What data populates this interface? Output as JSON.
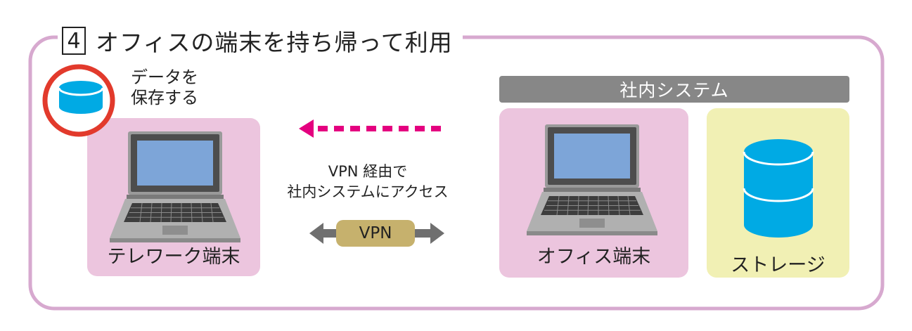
{
  "title": {
    "number": "4",
    "text": "オフィスの端末を持ち帰って利用"
  },
  "save_label": {
    "line1": "データを",
    "line2": "保存する"
  },
  "telework": {
    "label": "テレワーク端末"
  },
  "vpn": {
    "desc_line1": "VPN 経由で",
    "desc_line2": "社内システムにアクセス",
    "pill": "VPN"
  },
  "internal_system": {
    "banner": "社内システム",
    "office_label": "オフィス端末",
    "storage_label": "ストレージ"
  },
  "colors": {
    "frame": "#d7a9cf",
    "panel_pink": "#ecc5de",
    "panel_yellow": "#f1f0b4",
    "highlight_red": "#e23a2c",
    "arrow_magenta": "#e4007f",
    "arrow_gray": "#6f6f6f",
    "pill_olive": "#c6b16d",
    "storage_cyan": "#00aae4",
    "screen_blue": "#7da5d8"
  },
  "icons": [
    "database-icon",
    "laptop-icon",
    "dotted-arrow-left-icon",
    "bidirectional-arrow-icon",
    "storage-cylinder-icon"
  ]
}
